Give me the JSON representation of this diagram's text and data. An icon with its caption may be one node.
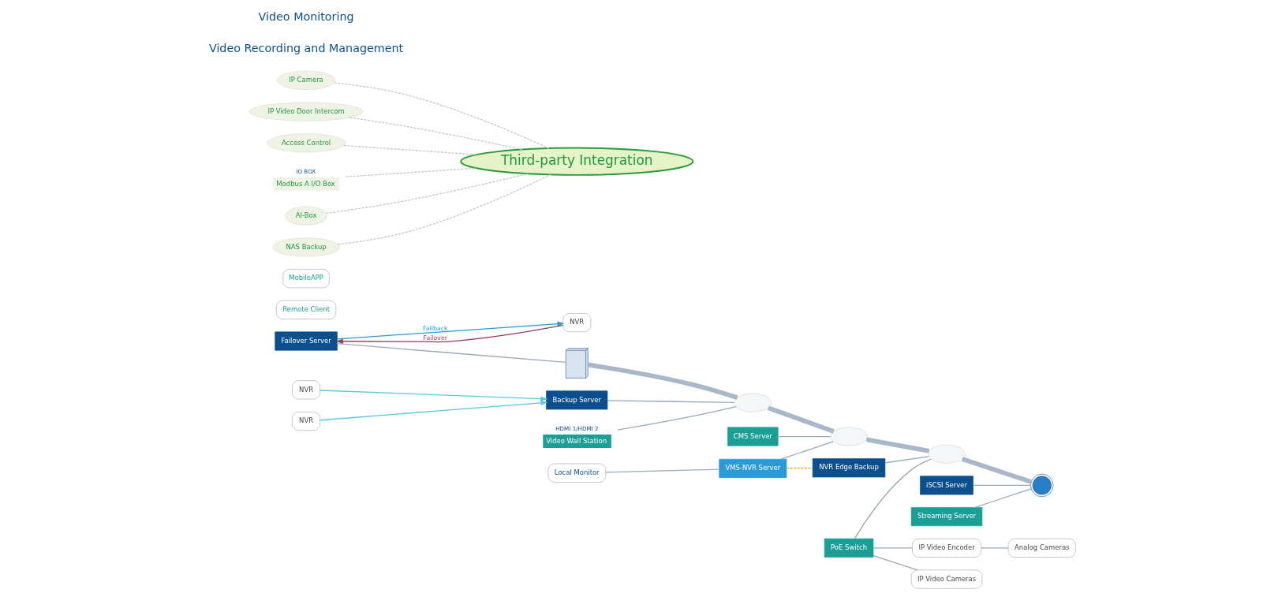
{
  "diagram": {
    "nodes": [
      {
        "text": [
          "Failover Server"
        ]
      },
      {
        "text": [
          "NVR"
        ]
      },
      {
        "text": [],
        "shape": "picture"
      },
      {
        "text": [],
        "shape": "cloud"
      },
      {
        "text": [
          "Backup Server"
        ]
      },
      {
        "text": [
          "NVR"
        ]
      },
      {
        "text": [
          "NVR"
        ]
      },
      {
        "text": [
          "Video Wall Station"
        ],
        "beside": [
          "HDMI 1/HDMI 2"
        ]
      },
      {
        "text": [
          "CMS Server"
        ]
      },
      {
        "text": [],
        "shape": "cloud"
      },
      {
        "text": [
          "Remote Client"
        ]
      },
      {
        "text": [
          "MobileAPP"
        ]
      },
      {
        "text": [
          "Local Monitor"
        ]
      },
      {
        "text": [
          "VMS-NVR Server"
        ]
      },
      {
        "text": [
          "NVR Edge Backup"
        ]
      },
      {
        "text": [],
        "shape": "cloud"
      },
      {
        "text": [
          "PoE Switch"
        ]
      },
      {
        "text": [
          "IP Video Encoder"
        ]
      },
      {
        "text": [
          "Analog Cameras"
        ]
      },
      {
        "text": [
          "IP Video Cameras"
        ]
      },
      {
        "text": [
          "iSCSI Server"
        ]
      },
      {
        "text": [
          "Streaming Server"
        ]
      },
      {
        "text": [],
        "shape": "circle"
      },
      {
        "text": [
          "IP Camera"
        ]
      },
      {
        "text": [
          "IP Video Door Intercom"
        ]
      },
      {
        "text": [
          "Access Control"
        ]
      },
      {
        "text": [
          "Modbus A I/O Box"
        ],
        "beside": [
          "IO BOX"
        ]
      },
      {
        "text": [
          "AI-Box"
        ]
      },
      {
        "text": [
          "NAS Backup"
        ]
      },
      {
        "text": [
          "Third-party Integration"
        ]
      }
    ],
    "edges": [
      {
        "from": 1,
        "to": 0,
        "arrow": "to",
        "label": "Failover",
        "color": "#9b3a5a"
      },
      {
        "from": 0,
        "to": 1,
        "arrow": "to",
        "label": "Failback",
        "color": "#2a9ad8"
      },
      {
        "from": 0,
        "to": 2,
        "arrow": "none"
      },
      {
        "from": 2,
        "to": 3,
        "arrow": "none",
        "style": "thick"
      },
      {
        "from": 3,
        "to": 9,
        "arrow": "none",
        "style": "thick"
      },
      {
        "from": 9,
        "to": 15,
        "arrow": "none",
        "style": "thick"
      },
      {
        "from": 15,
        "to": 22,
        "arrow": "none",
        "style": "thick"
      },
      {
        "from": 4,
        "to": 3,
        "arrow": "none"
      },
      {
        "from": 5,
        "to": 4,
        "arrow": "to",
        "color": "#5bc6e0"
      },
      {
        "from": 6,
        "to": 4,
        "arrow": "to",
        "color": "#5bc6e0"
      },
      {
        "from": 7,
        "to": 3,
        "arrow": "none"
      },
      {
        "from": 8,
        "to": 9,
        "arrow": "none"
      },
      {
        "from": 12,
        "to": 13,
        "arrow": "none"
      },
      {
        "from": 13,
        "to": 9,
        "arrow": "none"
      },
      {
        "from": 13,
        "to": 14,
        "arrow": "none",
        "style": "dashed",
        "color": "#e8a23a"
      },
      {
        "from": 14,
        "to": 15,
        "arrow": "none"
      },
      {
        "from": 16,
        "to": 15,
        "arrow": "none"
      },
      {
        "from": 16,
        "to": 17,
        "arrow": "none"
      },
      {
        "from": 17,
        "to": 18,
        "arrow": "none"
      },
      {
        "from": 16,
        "to": 19,
        "arrow": "none"
      },
      {
        "from": 20,
        "to": 22,
        "arrow": "none"
      },
      {
        "from": 21,
        "to": 22,
        "arrow": "none"
      },
      {
        "from": 23,
        "to": 29,
        "arrow": "none",
        "style": "dashed",
        "color": "#c8c8c8"
      },
      {
        "from": 24,
        "to": 29,
        "arrow": "none",
        "style": "dashed",
        "color": "#c8c8c8"
      },
      {
        "from": 25,
        "to": 29,
        "arrow": "none",
        "style": "dashed",
        "color": "#c8c8c8"
      },
      {
        "from": 26,
        "to": 29,
        "arrow": "none",
        "style": "dashed",
        "color": "#c8c8c8"
      },
      {
        "from": 27,
        "to": 29,
        "arrow": "none",
        "style": "dashed",
        "color": "#c8c8c8"
      },
      {
        "from": 28,
        "to": 29,
        "arrow": "none",
        "style": "dashed",
        "color": "#c8c8c8"
      }
    ],
    "labels": [
      "Video Recording and Management",
      "Video Monitoring"
    ]
  }
}
